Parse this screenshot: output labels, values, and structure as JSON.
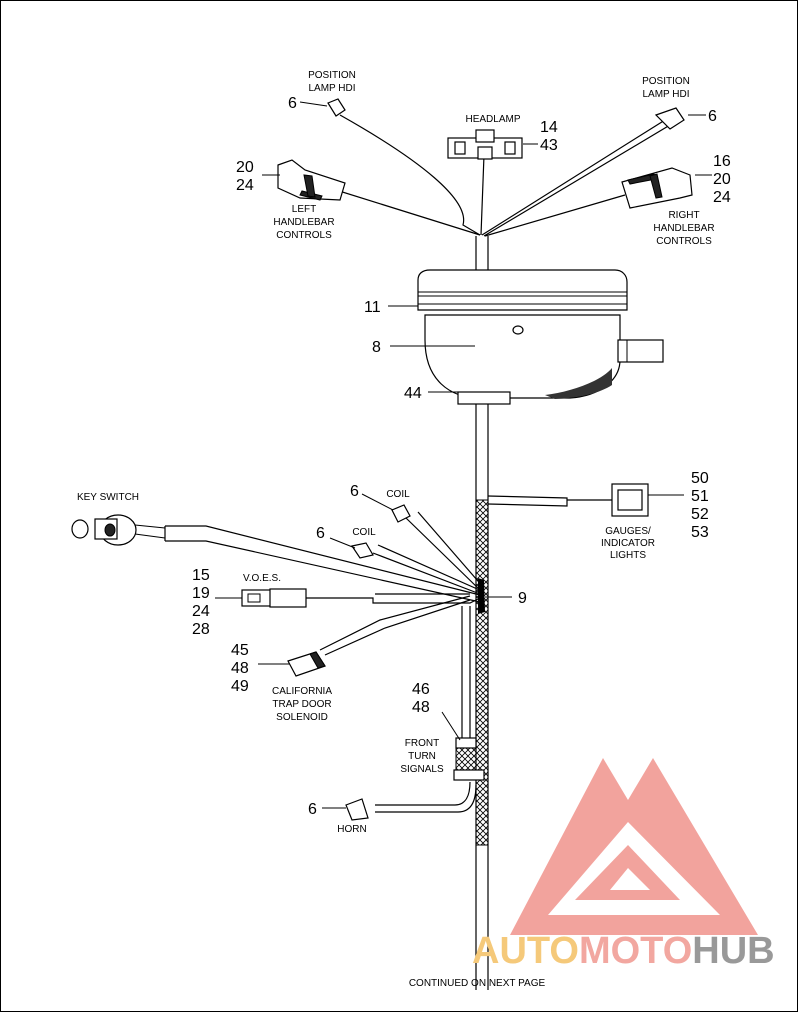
{
  "labels": {
    "pos_lamp_left": [
      "POSITION",
      "LAMP HDI"
    ],
    "pos_lamp_right": [
      "POSITION",
      "LAMP HDI"
    ],
    "headlamp": "HEADLAMP",
    "left_controls": [
      "LEFT",
      "HANDLEBAR",
      "CONTROLS"
    ],
    "right_controls": [
      "RIGHT",
      "HANDLEBAR",
      "CONTROLS"
    ],
    "key_switch": "KEY SWITCH",
    "coil_upper": "COIL",
    "coil_lower": "COIL",
    "voes": "V.O.E.S.",
    "gauges": [
      "GAUGES/",
      "INDICATOR",
      "LIGHTS"
    ],
    "california": [
      "CALIFORNIA",
      "TRAP DOOR",
      "SOLENOID"
    ],
    "front_turn": [
      "FRONT",
      "TURN",
      "SIGNALS"
    ],
    "horn": "HORN",
    "continued": "CONTINUED ON NEXT PAGE"
  },
  "callouts": {
    "pos_lamp_left": "6",
    "pos_lamp_right": "6",
    "headlamp": [
      "14",
      "43"
    ],
    "left_controls": [
      "20",
      "24"
    ],
    "right_controls": [
      "16",
      "20",
      "24"
    ],
    "nacelle_top": "11",
    "nacelle_body": "8",
    "nacelle_bottom": "44",
    "coil_upper": "6",
    "coil_lower": "6",
    "gauges": [
      "50",
      "51",
      "52",
      "53"
    ],
    "junction": "9",
    "voes": [
      "15",
      "19",
      "24",
      "28"
    ],
    "california": [
      "45",
      "48",
      "49"
    ],
    "front_turn": [
      "46",
      "48"
    ],
    "horn": "6"
  },
  "watermark": {
    "text_a": "AUTO",
    "text_b": "MOTO",
    "text_c": "HUB",
    "color_a": "#f5c97a",
    "color_b": "#f2a7a0",
    "color_c": "#999999",
    "logo_color": "#f19a93"
  }
}
